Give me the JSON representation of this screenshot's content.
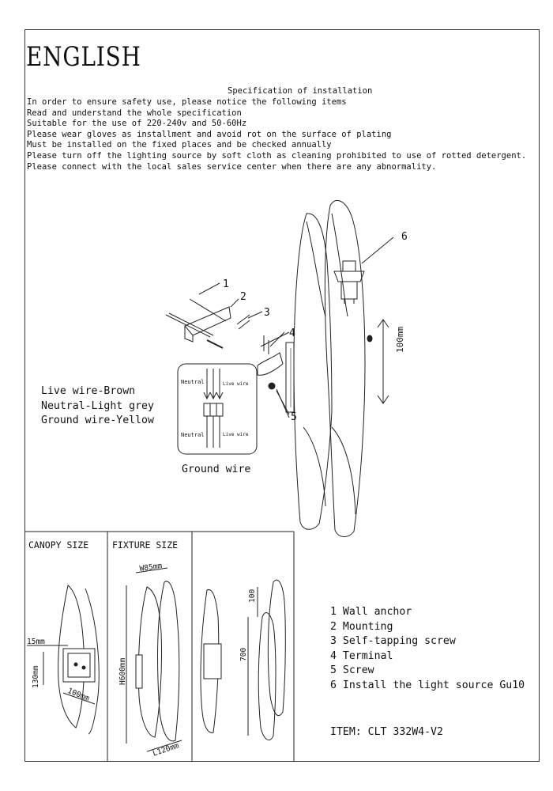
{
  "heading": "ENGLISH",
  "spec_title": "Specification of installation",
  "spec_lines": [
    "In order to ensure safety use, please notice the following items",
    "Read and understand the whole specification",
    "Suitable for the use of 220-240v and 50-60Hz",
    "Please wear gloves as installment and avoid rot on the surface of plating",
    "Must be installed on the fixed places and be checked annually",
    "Please turn off the lighting source by soft cloth as cleaning prohibited to use of rotted detergent.",
    "Please connect with the local sales service center when there are any abnormality."
  ],
  "wire_legend": [
    "Live wire-Brown",
    "Neutral-Light grey",
    "Ground wire-Yellow"
  ],
  "wiring_inset": {
    "neutral_top": "Neutral",
    "live_top": "Live wire",
    "neutral_bottom": "Neutral",
    "live_bottom": "Live wire"
  },
  "ground_caption": "Ground wire",
  "callouts": [
    "1",
    "2",
    "3",
    "4",
    "5",
    "6"
  ],
  "dimension_100mm": "100mm",
  "canopy": {
    "label": "CANOPY SIZE",
    "dim_15": "15mm",
    "dim_130": "130mm",
    "dim_100": "100mm"
  },
  "fixture": {
    "label": "FIXTURE SIZE",
    "dim_w": "W85mm",
    "dim_h": "H600mm",
    "dim_l": "L120mm"
  },
  "side_view": {
    "dim_100": "100",
    "dim_700": "700"
  },
  "parts": [
    "1 Wall anchor",
    "2 Mounting",
    "3 Self-tapping screw",
    "4 Terminal",
    "5 Screw",
    "6 Install the light source Gu10"
  ],
  "item_code": "ITEM: CLT 332W4-V2"
}
